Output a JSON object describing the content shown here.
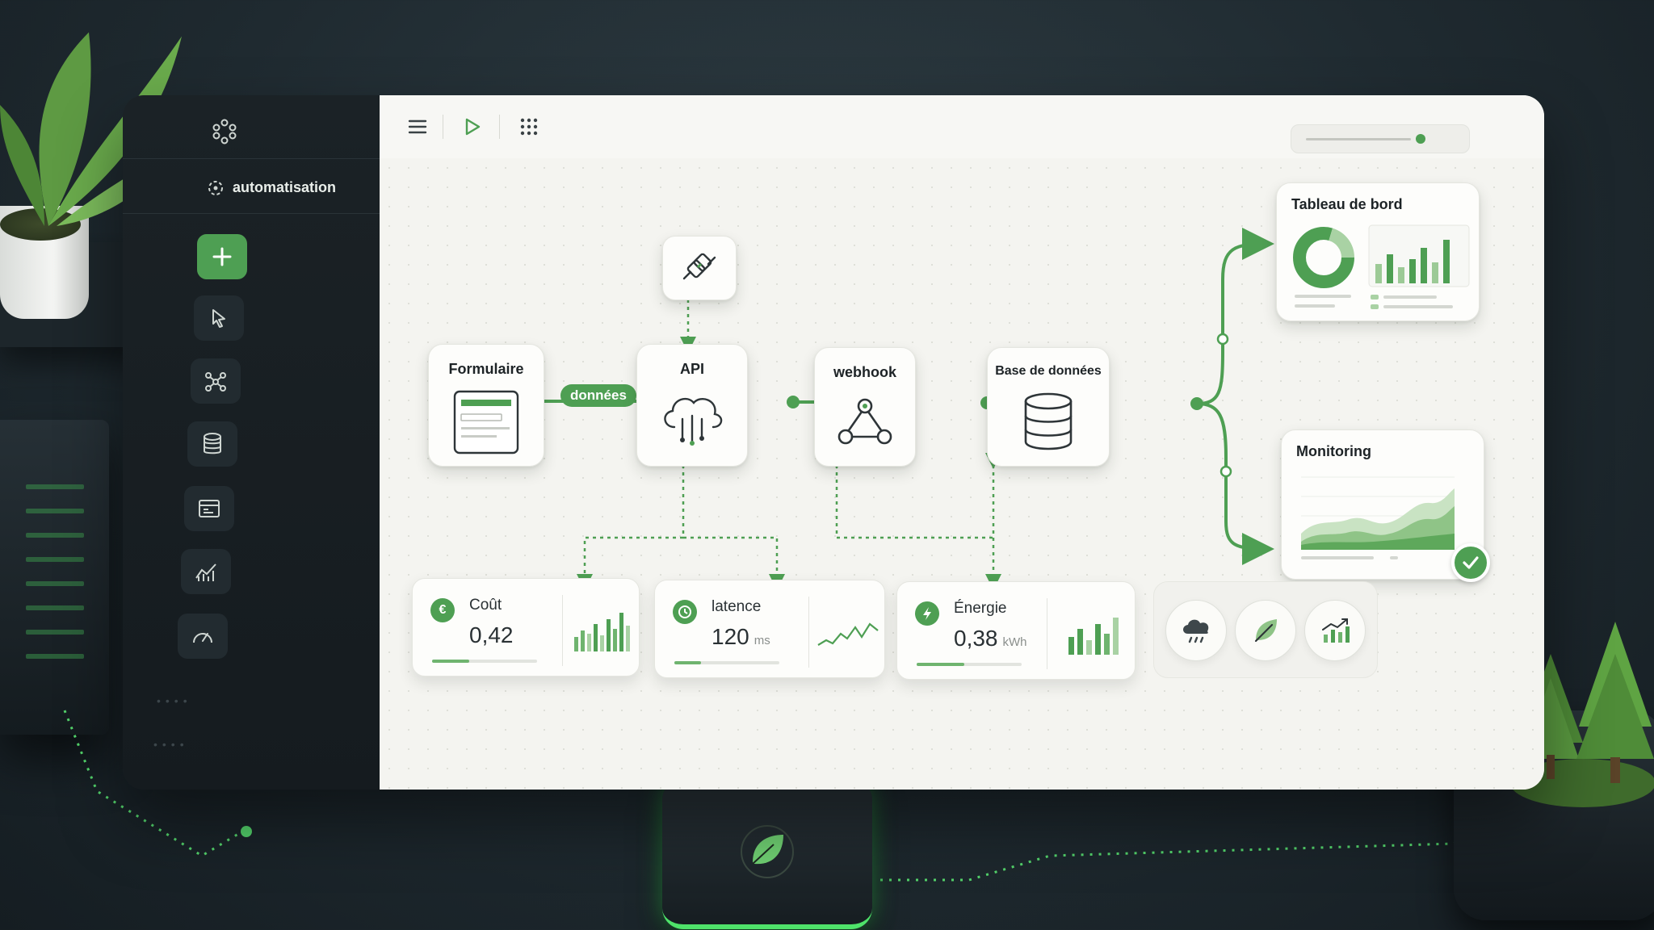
{
  "sidebar": {
    "workspace_name": "automatisation",
    "tools": [
      {
        "name": "add-icon"
      },
      {
        "name": "cursor-icon"
      },
      {
        "name": "nodes-icon"
      },
      {
        "name": "database-icon"
      },
      {
        "name": "form-icon"
      },
      {
        "name": "chart-icon"
      },
      {
        "name": "gauge-icon"
      }
    ]
  },
  "toolbar": {
    "icons": [
      "menu-icon",
      "play-icon",
      "grid-icon"
    ]
  },
  "flow": {
    "nodes": {
      "form": {
        "title": "Formulaire"
      },
      "api": {
        "title": "API"
      },
      "webhook": {
        "title": "webhook"
      },
      "database": {
        "title": "Base de données"
      }
    },
    "edge_label": "données",
    "outputs": {
      "dashboard": {
        "title": "Tableau de bord"
      },
      "monitoring": {
        "title": "Monitoring"
      }
    }
  },
  "metrics": [
    {
      "label": "Coût",
      "value": "0,42",
      "unit": "",
      "icon": "euro-icon",
      "progress": 0.35
    },
    {
      "label": "latence",
      "value": "120",
      "unit": "ms",
      "icon": "clock-icon",
      "progress": 0.25
    },
    {
      "label": "Énergie",
      "value": "0,38",
      "unit": "kWh",
      "icon": "bolt-icon",
      "progress": 0.45
    }
  ],
  "quick_icons": [
    "cloud-rain-icon",
    "leaf-icon",
    "growth-chart-icon"
  ],
  "colors": {
    "accent": "#4e9f53",
    "accent_light": "#a9d2a4",
    "sidebar_bg": "#1b2226",
    "canvas_bg": "#f4f4f0"
  }
}
